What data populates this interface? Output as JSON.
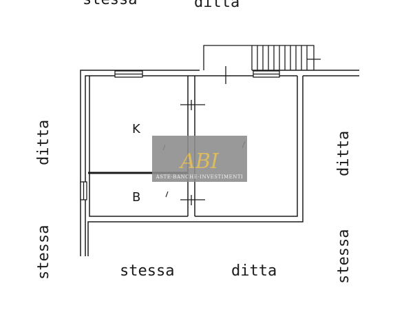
{
  "labels": {
    "top_left": "stessa",
    "top_right": "ditta",
    "left_upper": "ditta",
    "left_lower": "stessa",
    "bottom_left": "stessa",
    "bottom_right": "ditta",
    "right_upper": "ditta",
    "right_lower": "stessa"
  },
  "rooms": {
    "kitchen": "K",
    "bathroom": "B"
  },
  "watermark": {
    "logo_text": "ABI",
    "caption": "ASTE-BANCHE-INVESTIMENTI",
    "bg_color": "#8c8c8c",
    "accent_color": "#d9b24a"
  }
}
